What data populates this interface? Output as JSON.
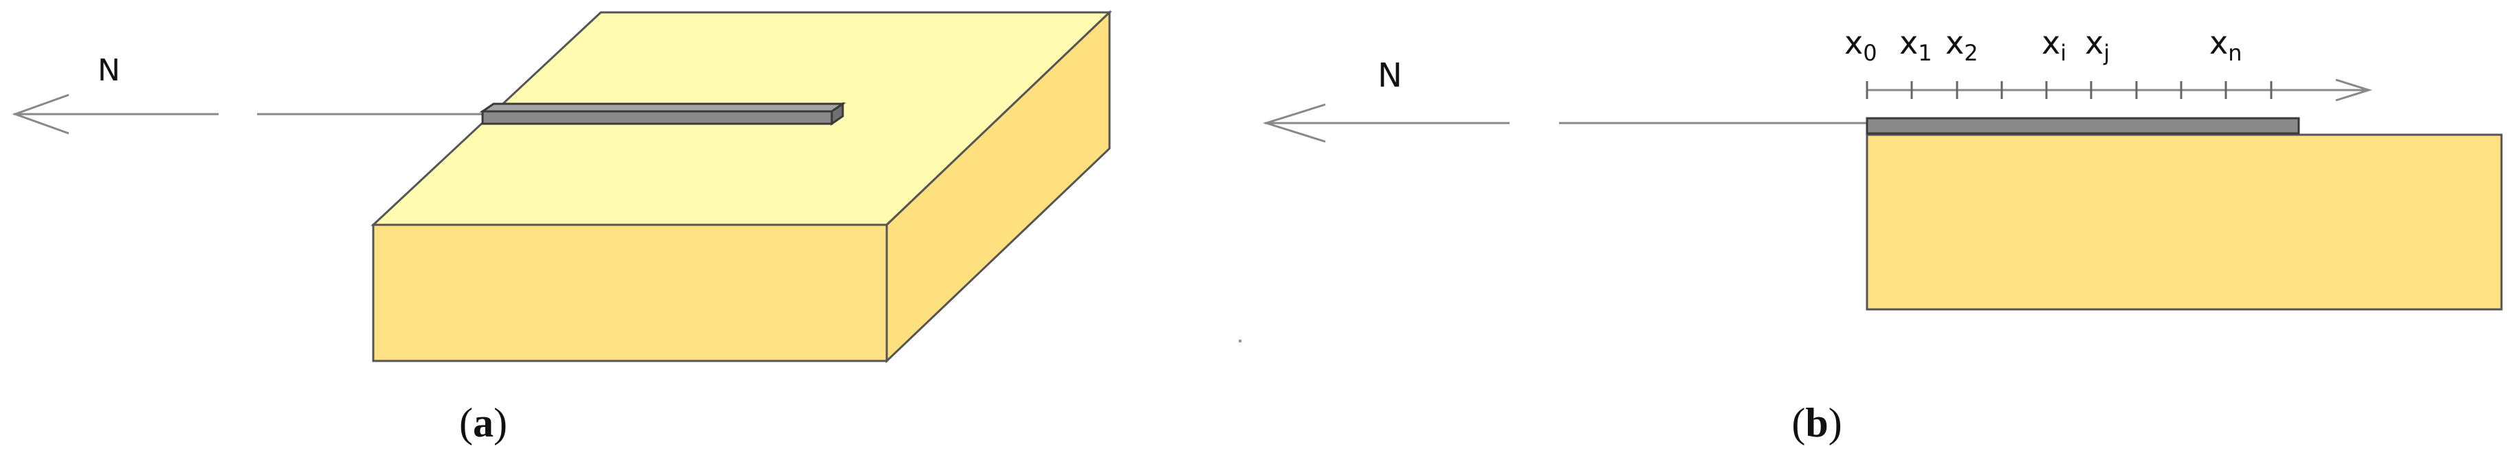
{
  "panel_a": {
    "force_label": "N",
    "caption_open": "(",
    "caption_letter": "a",
    "caption_close": ")"
  },
  "panel_b": {
    "force_label": "N",
    "axis_labels": [
      {
        "base": "x",
        "sub": "0"
      },
      {
        "base": "x",
        "sub": "1"
      },
      {
        "base": "x",
        "sub": "2"
      },
      {
        "base": "x",
        "sub": "i"
      },
      {
        "base": "x",
        "sub": "j"
      },
      {
        "base": "x",
        "sub": "n"
      }
    ],
    "caption_open": "(",
    "caption_letter": "b",
    "caption_close": ")"
  },
  "colors": {
    "block_top": "#fffbb1",
    "block_front": "#ffe185",
    "block_side": "#ffe07f",
    "block_edge": "#555555",
    "strip_fill": "#8a8a8a",
    "strip_edge": "#3a3a3a",
    "line": "#888888",
    "text": "#111111"
  }
}
